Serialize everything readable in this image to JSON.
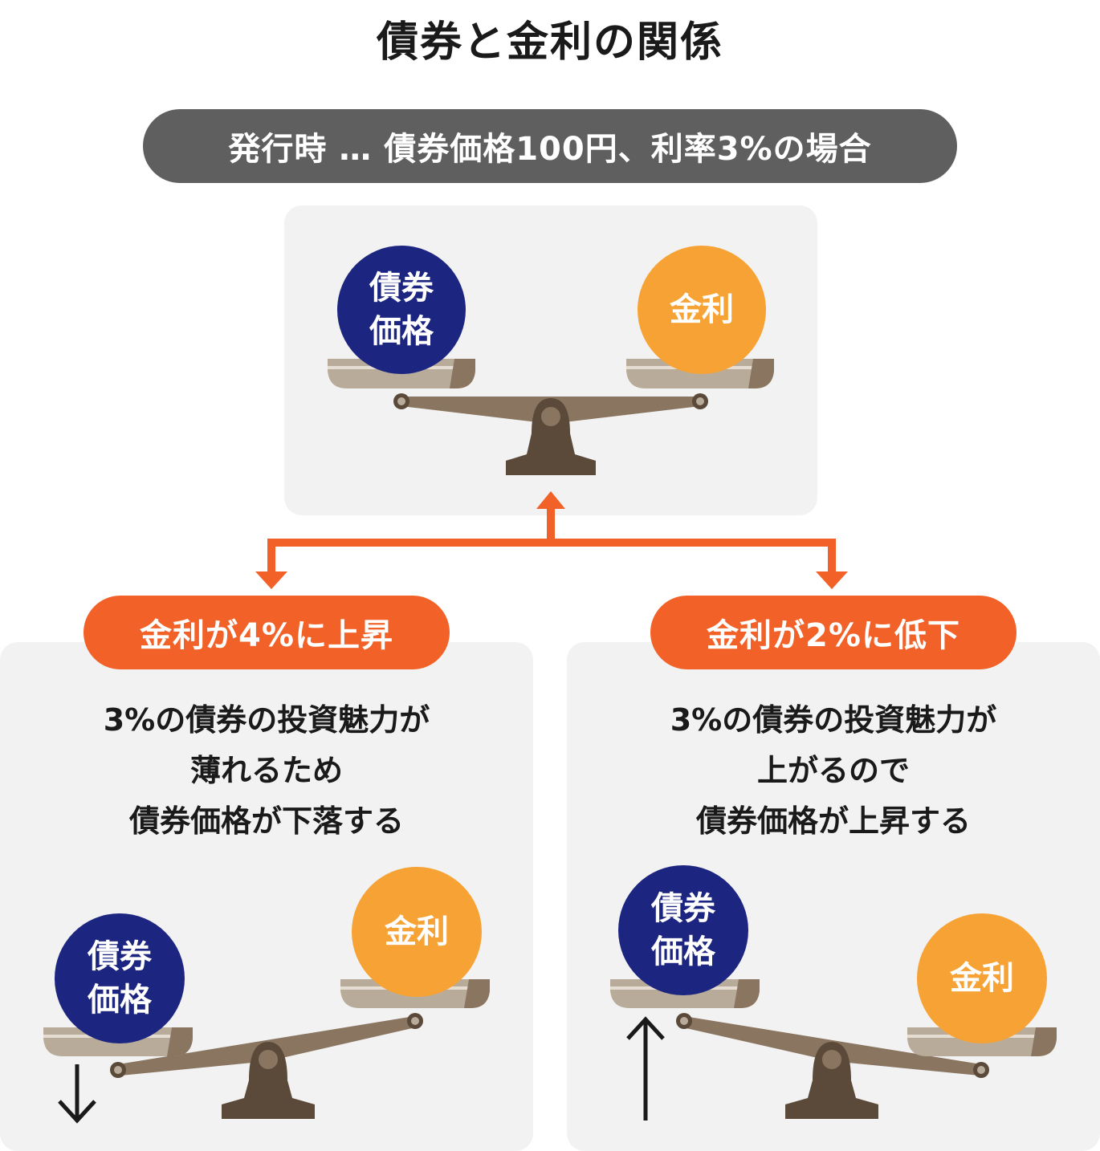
{
  "title": "債券と金利の関係",
  "condition": "発行時 … 債券価格100円、利率3%の場合",
  "balls": {
    "bond_line1": "債券",
    "bond_line2": "価格",
    "rate": "金利"
  },
  "scenarios": {
    "rise": {
      "label": "金利が4%に上昇",
      "lines": [
        "3%の債券の投資魅力が",
        "薄れるため",
        "債券価格が下落する"
      ],
      "arrow": "↓"
    },
    "fall": {
      "label": "金利が2%に低下",
      "lines": [
        "3%の債券の投資魅力が",
        "上がるので",
        "債券価格が上昇する"
      ],
      "arrow": "↑"
    }
  },
  "colors": {
    "bond": "#1c2580",
    "rate": "#f7a234",
    "accent": "#f26128",
    "pill_gray": "#5f5f5f",
    "panel": "#f2f2f2",
    "scale_beam": "#8a7560",
    "scale_base": "#5b4a3a",
    "scale_pan": "#b8ab99"
  }
}
